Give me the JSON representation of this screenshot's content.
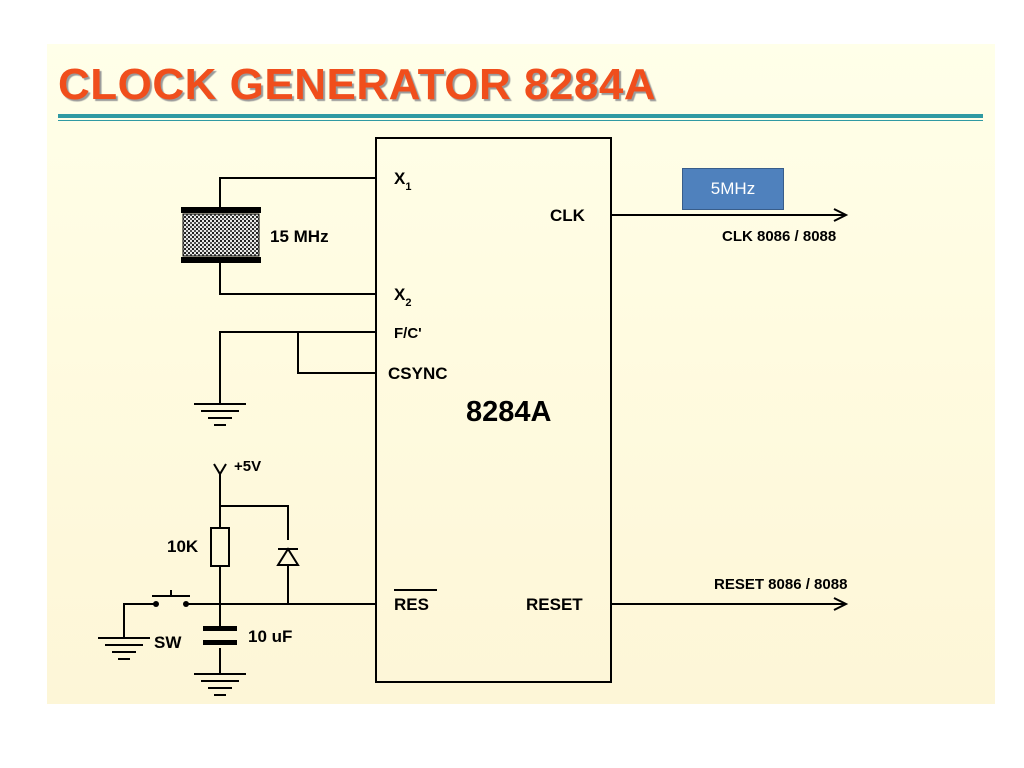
{
  "title": "CLOCK GENERATOR 8284A",
  "chip": {
    "name": "8284A",
    "pins": {
      "x1": "X",
      "x1_sub": "1",
      "x2": "X",
      "x2_sub": "2",
      "fc": "F/C'",
      "csync": "CSYNC",
      "res": "RES",
      "clk": "CLK",
      "reset": "RESET"
    }
  },
  "crystal": {
    "label": "15 MHz"
  },
  "power": {
    "label": "+5V"
  },
  "resistor": {
    "label": "10K"
  },
  "capacitor": {
    "label": "10 uF"
  },
  "switch": {
    "label": "SW"
  },
  "outputs": {
    "clk": "CLK 8086 / 8088",
    "reset": "RESET  8086 / 8088"
  },
  "badge": {
    "label": "5MHz"
  }
}
